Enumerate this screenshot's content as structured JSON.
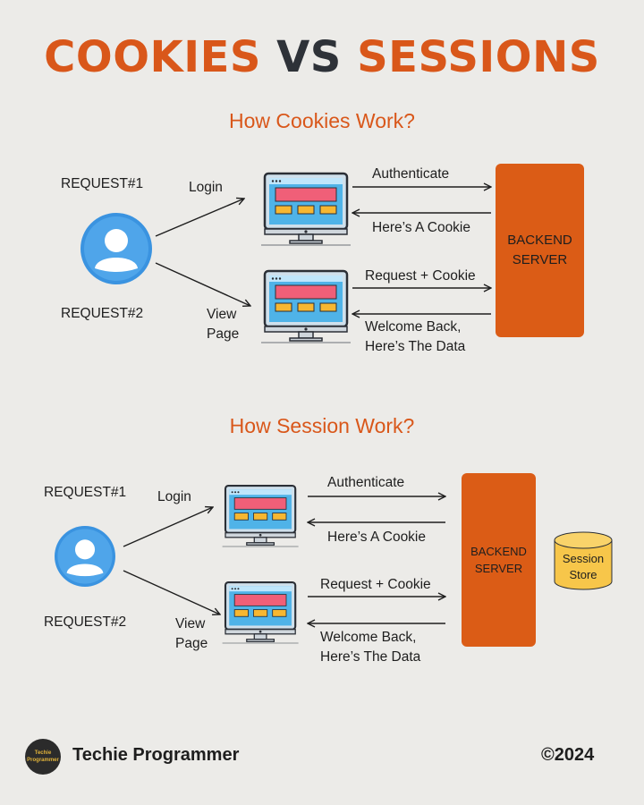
{
  "title": {
    "part1": "COOKIES",
    "part2": "VS",
    "part3": "SESSIONS"
  },
  "cookies_section": {
    "heading": "How Cookies Work?",
    "request1": "REQUEST#1",
    "request2": "REQUEST#2",
    "login": "Login",
    "view_page": "View\nPage",
    "authenticate": "Authenticate",
    "heres_cookie": "Here’s A Cookie",
    "request_cookie": "Request + Cookie",
    "welcome_back": "Welcome Back,\nHere’s The Data",
    "server": "BACKEND\nSERVER"
  },
  "session_section": {
    "heading": "How Session Work?",
    "request1": "REQUEST#1",
    "request2": "REQUEST#2",
    "login": "Login",
    "view_page": "View\nPage",
    "authenticate": "Authenticate",
    "heres_cookie": "Here’s A Cookie",
    "request_cookie": "Request + Cookie",
    "welcome_back": "Welcome Back,\nHere’s The Data",
    "server": "BACKEND\nSERVER",
    "store": "Session\nStore"
  },
  "footer": {
    "logo_text": "Techie\nProgrammer",
    "brand": "Techie Programmer",
    "copyright": "©2024"
  },
  "colors": {
    "accent": "#d9571a",
    "server": "#db5c16",
    "user_icon": "#3a93e0",
    "store": "#f7c64a"
  }
}
